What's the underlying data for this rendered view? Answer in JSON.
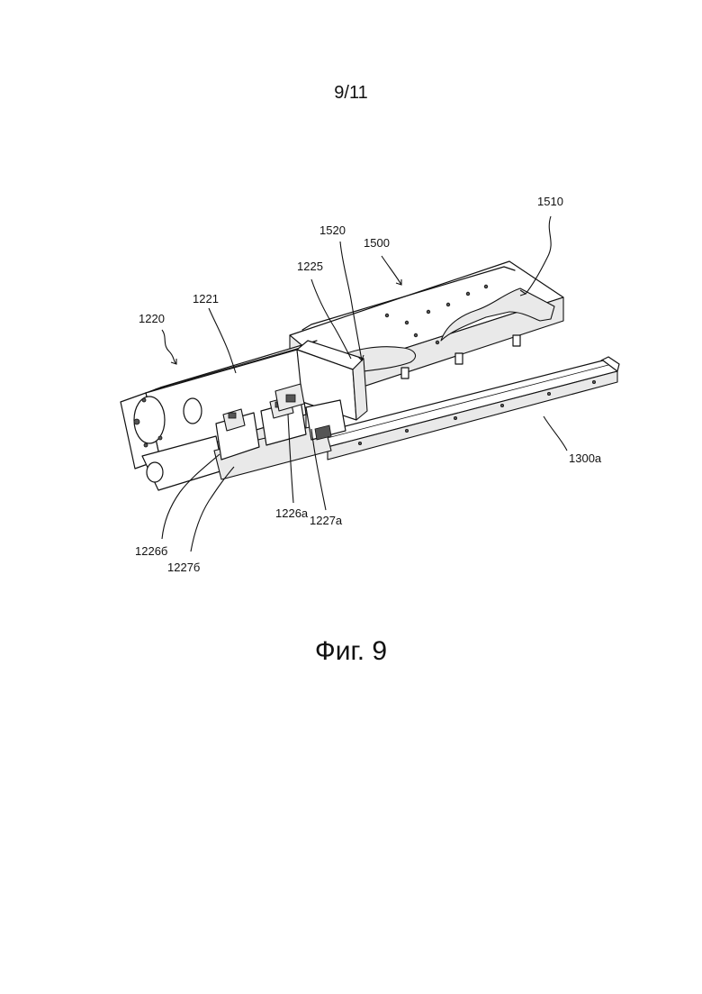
{
  "sheet_number": "9/11",
  "figure_caption": "Фиг. 9",
  "labels": {
    "l1510": "1510",
    "l1520": "1520",
    "l1500": "1500",
    "l1225": "1225",
    "l1221": "1221",
    "l1220": "1220",
    "l1300a": "1300a",
    "l1226a": "1226a",
    "l1227a": "1227a",
    "l1226b": "1226б",
    "l1227b": "1227б"
  }
}
